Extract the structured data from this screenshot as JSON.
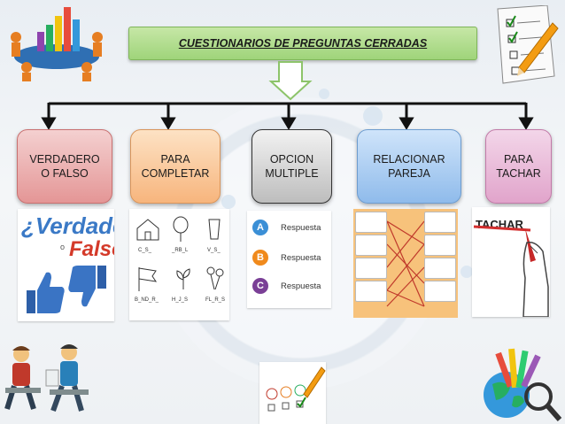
{
  "title": "CUESTIONARIOS DE PREGUNTAS CERRADAS",
  "categories": [
    {
      "line1": "VERDADERO",
      "line2": "O FALSO"
    },
    {
      "line1": "PARA",
      "line2": "COMPLETAR"
    },
    {
      "line1": "OPCION",
      "line2": "MULTIPLE"
    },
    {
      "line1": "RELACIONAR",
      "line2": "PAREJA"
    },
    {
      "line1": "PARA",
      "line2": "TACHAR"
    }
  ],
  "true_false_image": {
    "verdadero": "¿Verdadero",
    "o": "o",
    "falso": "Falso?"
  },
  "complete_image": {
    "words": [
      "C_S_",
      "_RB_L",
      "V_S_",
      "B_ND_R_",
      "H_J_S",
      "FL_R_S"
    ]
  },
  "multiple_choice_image": {
    "options": [
      {
        "letter": "A",
        "label": "Respuesta",
        "color": "#3b8fd6"
      },
      {
        "letter": "B",
        "label": "Respuesta",
        "color": "#f08a1c"
      },
      {
        "letter": "C",
        "label": "Respuesta",
        "color": "#7a3f96"
      }
    ]
  },
  "cross_out_image": {
    "label": "TACHAR"
  }
}
